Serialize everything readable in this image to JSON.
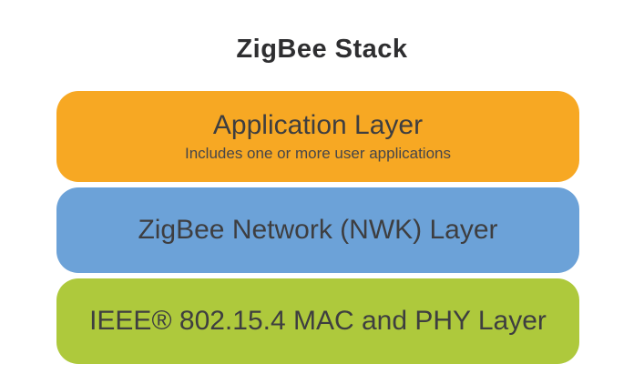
{
  "title": "ZigBee Stack",
  "colors": {
    "background": "#ffffff",
    "text": "#3e3e40",
    "title_text": "#2e2e30"
  },
  "layers": [
    {
      "label": "Application Layer",
      "sublabel": "Includes one or more user applications",
      "color": "#F7A823"
    },
    {
      "label": "ZigBee Network (NWK) Layer",
      "sublabel": "",
      "color": "#6CA2D8"
    },
    {
      "label": "IEEE® 802.15.4 MAC and PHY Layer",
      "sublabel": "",
      "color": "#AEC93C"
    }
  ]
}
